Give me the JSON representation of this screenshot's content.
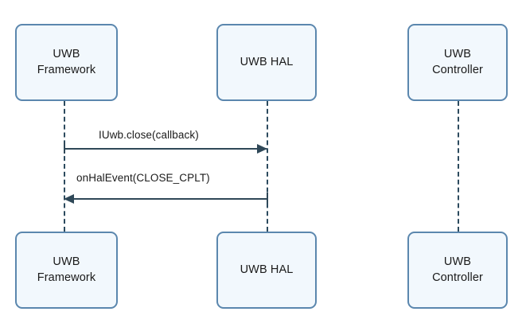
{
  "diagram": {
    "type": "uml-sequence-diagram",
    "background_color": "#ffffff",
    "participants": [
      {
        "id": "uwb-framework",
        "label": "UWB\nFramework",
        "label_line1": "UWB",
        "label_line2": "Framework"
      },
      {
        "id": "uwb-hal",
        "label": "UWB HAL",
        "label_line1": "UWB HAL",
        "label_line2": ""
      },
      {
        "id": "uwb-controller",
        "label": "UWB\nController",
        "label_line1": "UWB",
        "label_line2": "Controller"
      }
    ],
    "messages": [
      {
        "id": "msg-iuwb-close",
        "label": "IUwb.close(callback)",
        "from": "uwb-framework",
        "to": "uwb-hal",
        "direction": "right"
      },
      {
        "id": "msg-onhalevent-close-cplt",
        "label": "onHalEvent(CLOSE_CPLT)",
        "from": "uwb-hal",
        "to": "uwb-framework",
        "direction": "left"
      }
    ],
    "colors": {
      "box_fill": "#f2f8fd",
      "box_border": "#5b87ae",
      "line": "#2f4858",
      "lifeline": "#2c4a5e",
      "text": "#1a1a1a"
    }
  }
}
